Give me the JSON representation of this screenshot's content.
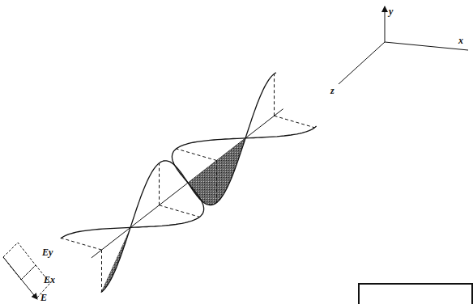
{
  "diagram": {
    "labels": [
      "y",
      "x",
      "z",
      "Ey",
      "Ex",
      "E"
    ]
  }
}
